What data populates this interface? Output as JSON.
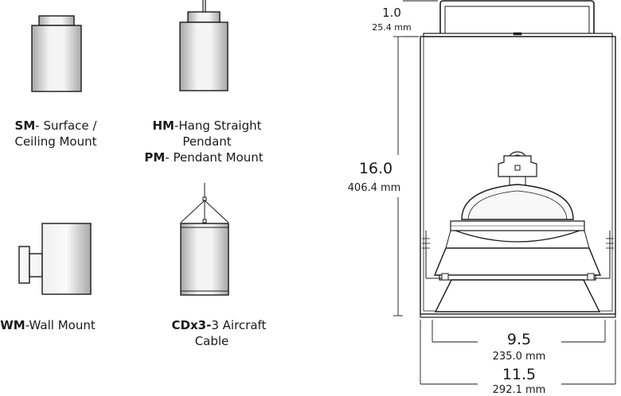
{
  "mounts": {
    "surface": {
      "code": "SM",
      "desc_line1": "- Surface /",
      "desc_line2": "Ceiling Mount"
    },
    "hang": {
      "code": "HM",
      "desc_line1": "-Hang Straight",
      "desc_line2": "Pendant",
      "alt_code": "PM",
      "alt_desc": "- Pendant Mount"
    },
    "wall": {
      "code": "WM",
      "desc": "-Wall  Mount"
    },
    "cable": {
      "code": "CDx3-",
      "desc_line1": "3 Aircraft",
      "desc_line2": "Cable"
    }
  },
  "dimensions": {
    "top": {
      "in": "1.0",
      "mm": "25.4 mm"
    },
    "height": {
      "in": "16.0",
      "mm": "406.4 mm"
    },
    "inner_width": {
      "in": "9.5",
      "mm": "235.0 mm"
    },
    "outer_width": {
      "in": "11.5",
      "mm": "292.1 mm"
    }
  },
  "colors": {
    "line": "#1a1a1a",
    "fixture_light": "#f2f2f2",
    "fixture_dark": "#9a9a9a"
  }
}
